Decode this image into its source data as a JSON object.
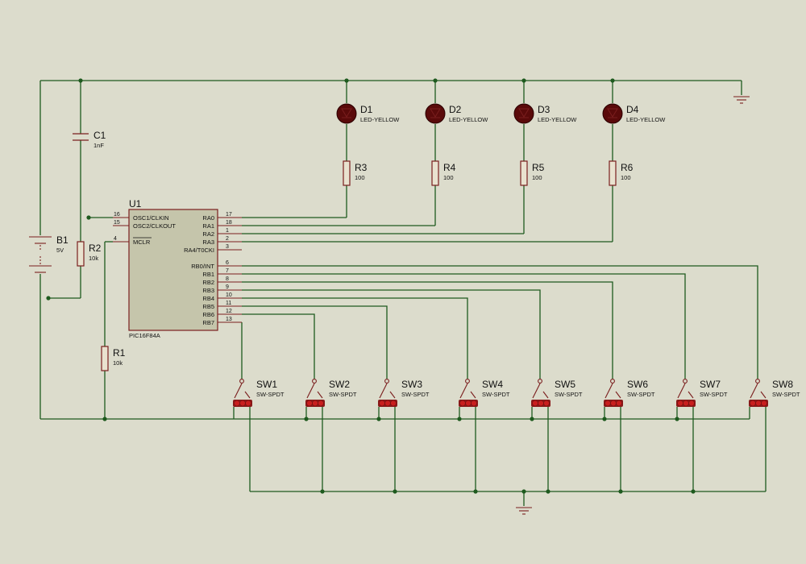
{
  "components": {
    "u1": {
      "ref": "U1",
      "part": "PIC16F84A"
    },
    "b1": {
      "ref": "B1",
      "value": "5V"
    },
    "c1": {
      "ref": "C1",
      "value": "1nF"
    },
    "r1": {
      "ref": "R1",
      "value": "10k"
    },
    "r2": {
      "ref": "R2",
      "value": "10k"
    },
    "leds": [
      {
        "ref": "D1",
        "value": "LED-YELLOW"
      },
      {
        "ref": "D2",
        "value": "LED-YELLOW"
      },
      {
        "ref": "D3",
        "value": "LED-YELLOW"
      },
      {
        "ref": "D4",
        "value": "LED-YELLOW"
      }
    ],
    "led_resistors": [
      {
        "ref": "R3",
        "value": "100"
      },
      {
        "ref": "R4",
        "value": "100"
      },
      {
        "ref": "R5",
        "value": "100"
      },
      {
        "ref": "R6",
        "value": "100"
      }
    ],
    "switches": [
      {
        "ref": "SW1",
        "value": "SW-SPDT"
      },
      {
        "ref": "SW2",
        "value": "SW-SPDT"
      },
      {
        "ref": "SW3",
        "value": "SW-SPDT"
      },
      {
        "ref": "SW4",
        "value": "SW-SPDT"
      },
      {
        "ref": "SW5",
        "value": "SW-SPDT"
      },
      {
        "ref": "SW6",
        "value": "SW-SPDT"
      },
      {
        "ref": "SW7",
        "value": "SW-SPDT"
      },
      {
        "ref": "SW8",
        "value": "SW-SPDT"
      }
    ]
  },
  "pins_left": [
    {
      "num": "16",
      "name": "OSC1/CLKIN"
    },
    {
      "num": "15",
      "name": "OSC2/CLKOUT"
    },
    {
      "num": "4",
      "name": "MCLR"
    }
  ],
  "pins_right": [
    {
      "num": "17",
      "name": "RA0"
    },
    {
      "num": "18",
      "name": "RA1"
    },
    {
      "num": "1",
      "name": "RA2"
    },
    {
      "num": "2",
      "name": "RA3"
    },
    {
      "num": "3",
      "name": "RA4/T0CKI"
    },
    {
      "num": "6",
      "name": "RB0/INT"
    },
    {
      "num": "7",
      "name": "RB1"
    },
    {
      "num": "8",
      "name": "RB2"
    },
    {
      "num": "9",
      "name": "RB3"
    },
    {
      "num": "10",
      "name": "RB4"
    },
    {
      "num": "11",
      "name": "RB5"
    },
    {
      "num": "12",
      "name": "RB6"
    },
    {
      "num": "13",
      "name": "RB7"
    }
  ],
  "colors": {
    "background": "#dcdccc",
    "wire": "#1e5a1e",
    "component": "#7a1e1e",
    "ic_body": "#c5c5ab"
  }
}
